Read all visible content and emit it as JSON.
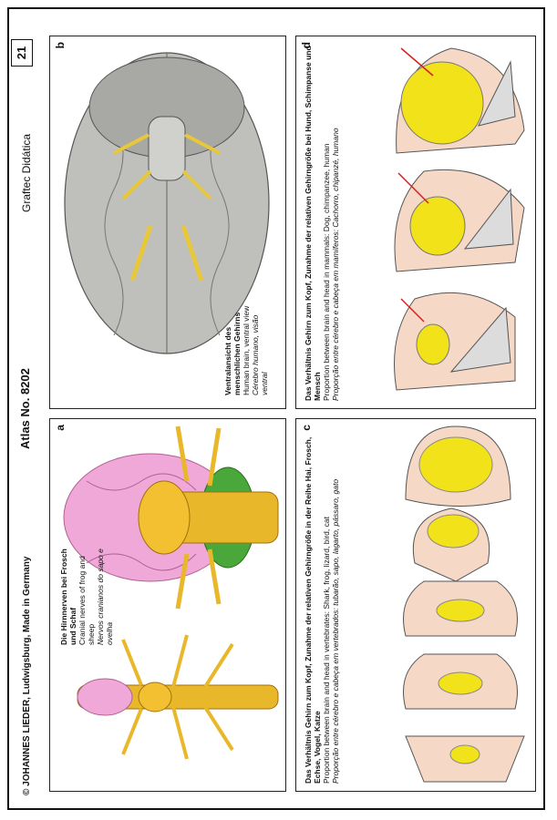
{
  "header": {
    "copyright": "©  JOHANNES LIEDER,  Ludwigsburg, Made in Germany",
    "atlas": "Atlas No.  8202",
    "publisher": "Graftec Didática",
    "plate_number": "21"
  },
  "panels": {
    "a": {
      "letter": "a",
      "caption_bold": "Die Hirnnerven bei Frosch und Schaf",
      "caption_en": "Cranial nerves of frog and sheep",
      "caption_pt": "Nervos cranianos do sapo e ovelha"
    },
    "b": {
      "letter": "b",
      "caption_bold": "Ventralansicht des menschlichen Gehirns",
      "caption_en": "Human brain, ventral view",
      "caption_pt": "Cérebro humano, visão ventral"
    },
    "c": {
      "letter": "c",
      "caption_bold": "Das Verhältnis Gehirn zum Kopf, Zunahme der relativen Gehirngröße in der Reihe Hai, Frosch, Echse, Vogel, Katze",
      "caption_en": "Proportion between brain and head in vertebrates: Shark, frog, lizard, bird, cat",
      "caption_pt": "Proporção entre cérebro e cabeça em vertebrados: tubarão, sapo, lagarto, pássaro, gato"
    },
    "d": {
      "letter": "d",
      "caption_bold": "Das Verhältnis Gehirn zum Kopf, Zunahme der relativen Gehirngröße bei Hund, Schimpanse und Mensch",
      "caption_en": "Proportion between brain and head in mammals: Dog, chimpanzee, human",
      "caption_pt": "Proporção entre cérebro e cabeça em mamíferos: Cachorro, chipanzé, humano"
    }
  },
  "colors": {
    "brain_yellow": "#f2e21a",
    "nerve_gold": "#e8b82a",
    "frog_pink": "#f0a8d8",
    "cerebellum_green": "#4aa83a",
    "brain_gray": "#bfc0bc",
    "skin_peach": "#f6d8c6",
    "arrow_red": "#d42020"
  }
}
